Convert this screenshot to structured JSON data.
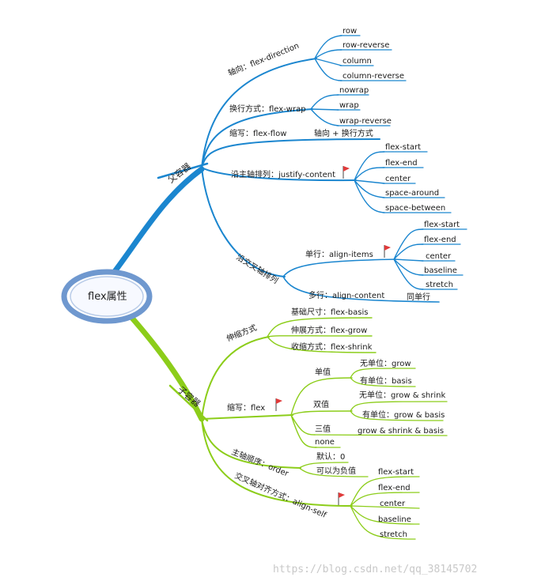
{
  "colors": {
    "parent": "#1b86cf",
    "child": "#8ccd1a",
    "flag": "#e03a3a",
    "root_ring": "#6f98cf"
  },
  "root": {
    "label": "flex属性"
  },
  "parent": {
    "label": "父容器",
    "direction": {
      "label": "轴向：flex-direction",
      "items": [
        "row",
        "row-reverse",
        "column",
        "column-reverse"
      ]
    },
    "wrap": {
      "label": "换行方式：flex-wrap",
      "items": [
        "nowrap",
        "wrap",
        "wrap-reverse"
      ]
    },
    "flow": {
      "label": "缩写：flex-flow",
      "value": "轴向 + 换行方式"
    },
    "justify": {
      "label": "沿主轴排列：justify-content",
      "items": [
        "flex-start",
        "flex-end",
        "center",
        "space-around",
        "space-between"
      ]
    },
    "cross": {
      "label": "沿交叉轴排列",
      "single": {
        "label": "单行：align-items",
        "items": [
          "flex-start",
          "flex-end",
          "center",
          "baseline",
          "stretch"
        ]
      },
      "multi": {
        "label": "多行：align-content",
        "value": "同单行"
      }
    }
  },
  "child": {
    "label": "子容器",
    "scale": {
      "label": "伸缩方式",
      "items": [
        "基础尺寸：flex-basis",
        "伸展方式：flex-grow",
        "收缩方式：flex-shrink"
      ]
    },
    "flex": {
      "label": "缩写：flex",
      "single": {
        "label": "单值",
        "items": [
          "无单位：grow",
          "有单位：basis"
        ]
      },
      "double": {
        "label": "双值",
        "items": [
          "无单位：grow & shrink",
          "有单位：grow & basis"
        ]
      },
      "triple": {
        "label": "三值",
        "value": "grow & shrink & basis"
      },
      "none": "none"
    },
    "order": {
      "label": "主轴顺序：order",
      "items": [
        "默认：0",
        "可以为负值"
      ]
    },
    "align_self": {
      "label": "交叉轴对齐方式：align-self",
      "items": [
        "flex-start",
        "flex-end",
        "center",
        "baseline",
        "stretch"
      ]
    }
  },
  "watermark": "https://blog.csdn.net/qq_38145702"
}
